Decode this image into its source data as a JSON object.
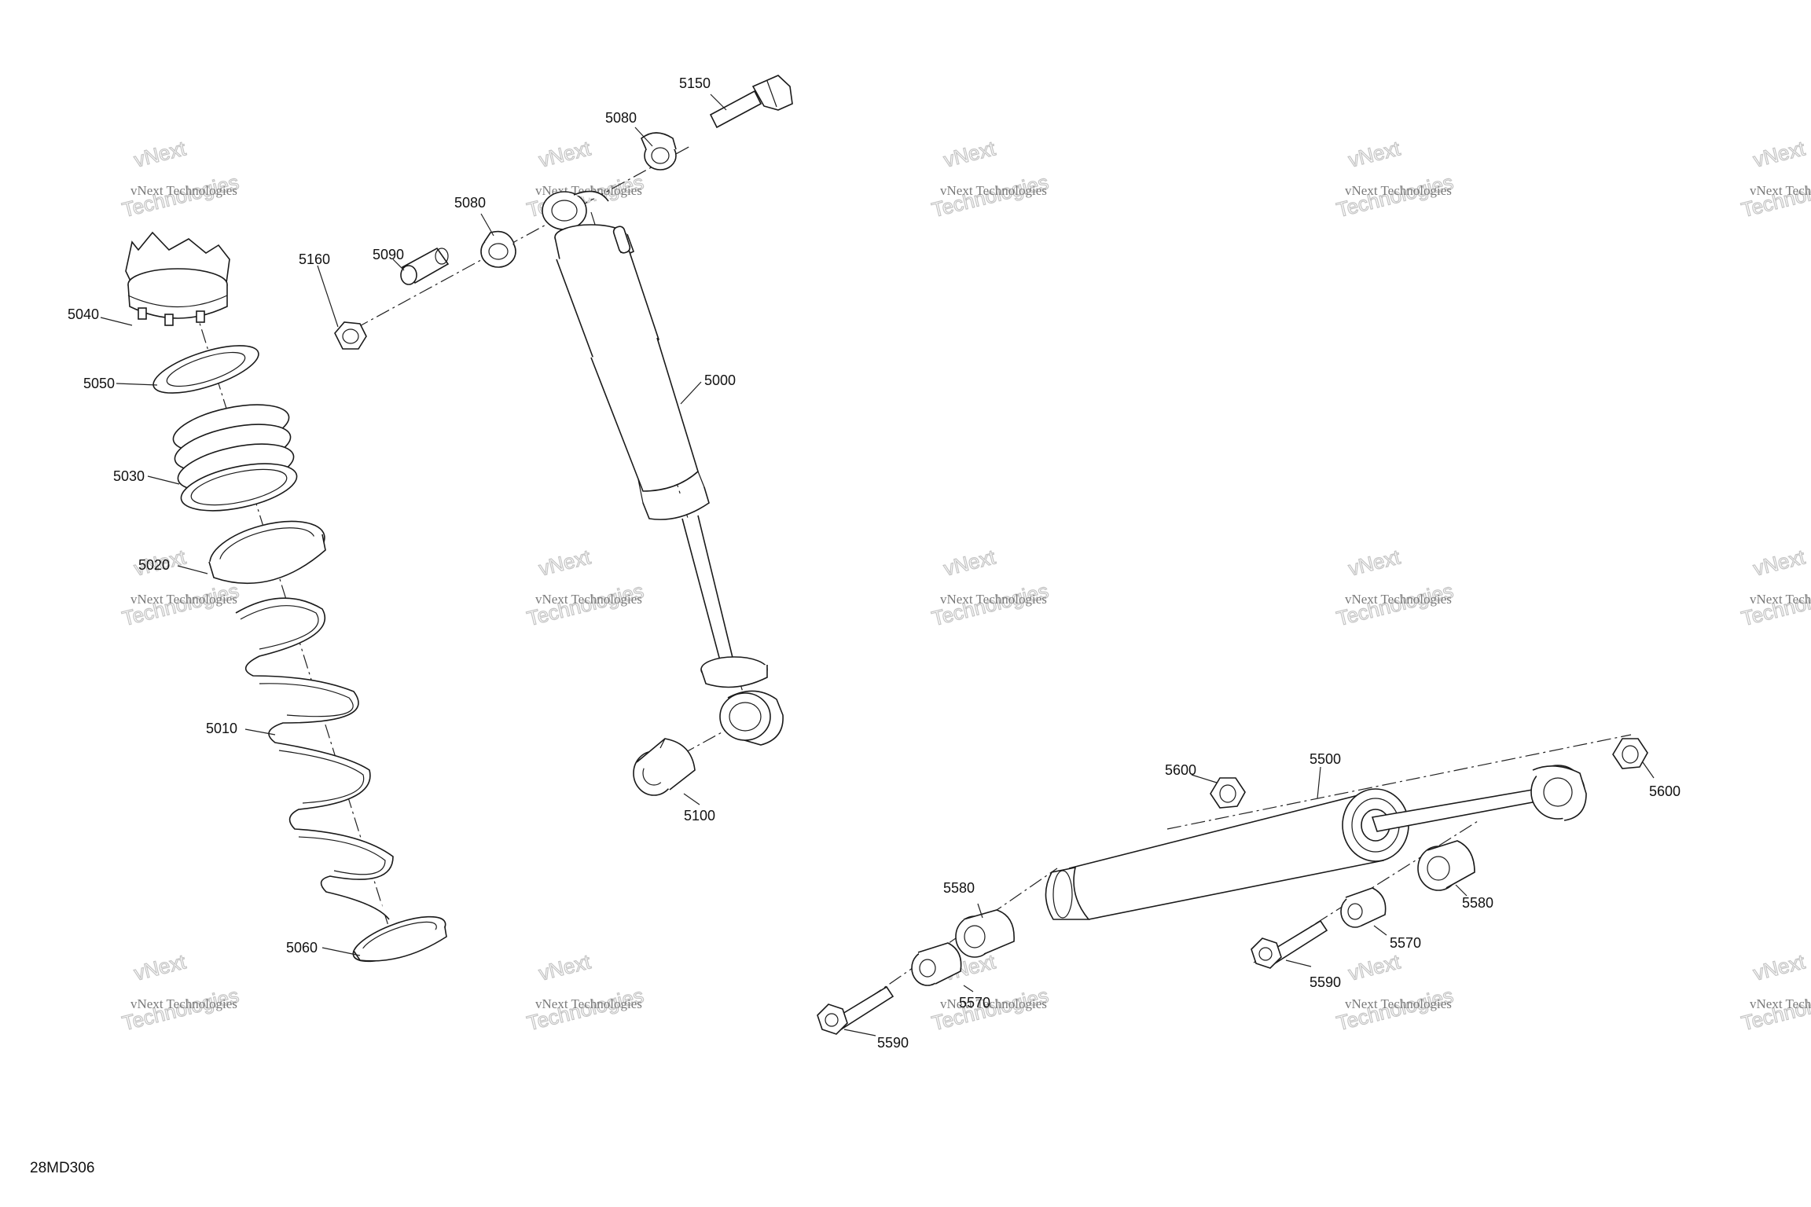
{
  "document_id": "28MD306",
  "watermark": {
    "line1": "vNext Technologies",
    "line2": "Technologies",
    "prefix": "vNext"
  },
  "callouts": {
    "c5150": "5150",
    "c5080a": "5080",
    "c5080b": "5080",
    "c5090": "5090",
    "c5160": "5160",
    "c5040": "5040",
    "c5050": "5050",
    "c5030": "5030",
    "c5020": "5020",
    "c5010": "5010",
    "c5060": "5060",
    "c5000": "5000",
    "c5100": "5100",
    "c5500": "5500",
    "c5600a": "5600",
    "c5600b": "5600",
    "c5580a": "5580",
    "c5580b": "5580",
    "c5570a": "5570",
    "c5570b": "5570",
    "c5590a": "5590",
    "c5590b": "5590"
  }
}
